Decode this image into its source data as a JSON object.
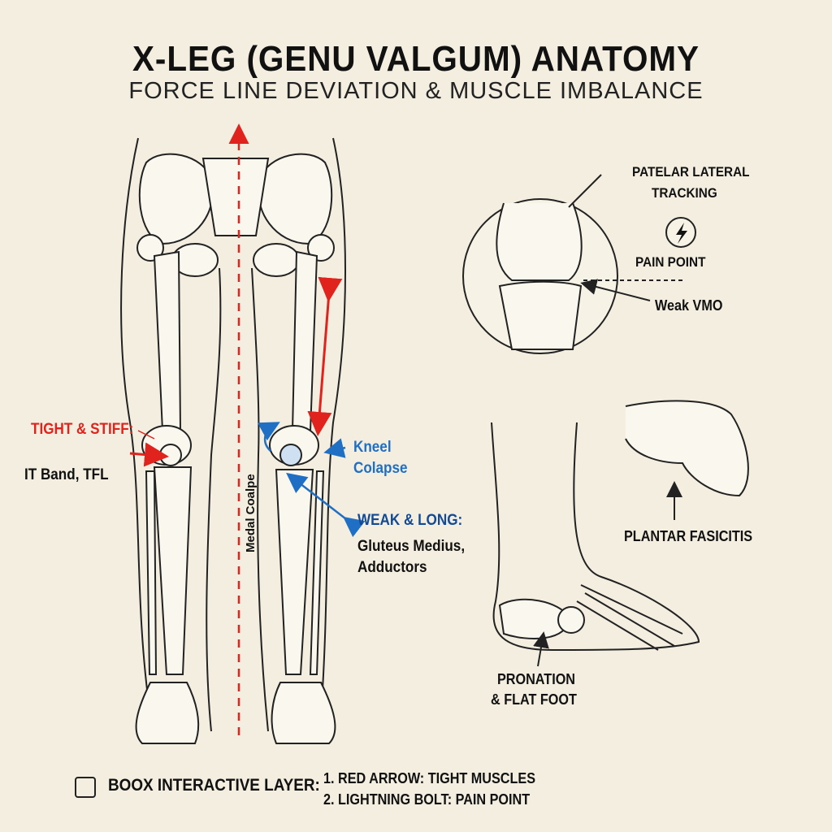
{
  "header": {
    "title": "X-LEG (GENU VALGUM) ANATOMY",
    "subtitle": "FORCE LINE DEVIATION & MUSCLE IMBALANCE"
  },
  "left_labels": {
    "tight_heading": "TIGHT & STIFF:",
    "tight_muscles": "IT Band, TFL",
    "medial_line": "Medal Coalpe",
    "knee_collapse": "Kneel Colapse",
    "weak_heading": "WEAK & LONG:",
    "weak_muscles_1": "Gluteus Medius,",
    "weak_muscles_2": "Adductors"
  },
  "knee_detail": {
    "tracking_1": "PATELAR LATERAL",
    "tracking_2": "TRACKING",
    "pain_icon": "lightning-bolt-icon",
    "pain_point": "PAIN POINT",
    "weak_vmo": "Weak VMO"
  },
  "foot_detail": {
    "plantar": "PLANTAR FASICITIS",
    "pronation_1": "PRONATION",
    "pronation_2": "& FLAT FOOT"
  },
  "legend": {
    "label": "BOOX INTERACTIVE LAYER:",
    "item_1": "1. RED ARROW: TIGHT MUSCLES",
    "item_2": "2. LIGHTNING BOLT: PAIN POINT"
  },
  "colors": {
    "red": "#e0231c",
    "blue": "#1f6fc4",
    "navy": "#134a96",
    "paper": "#f3eee0"
  }
}
